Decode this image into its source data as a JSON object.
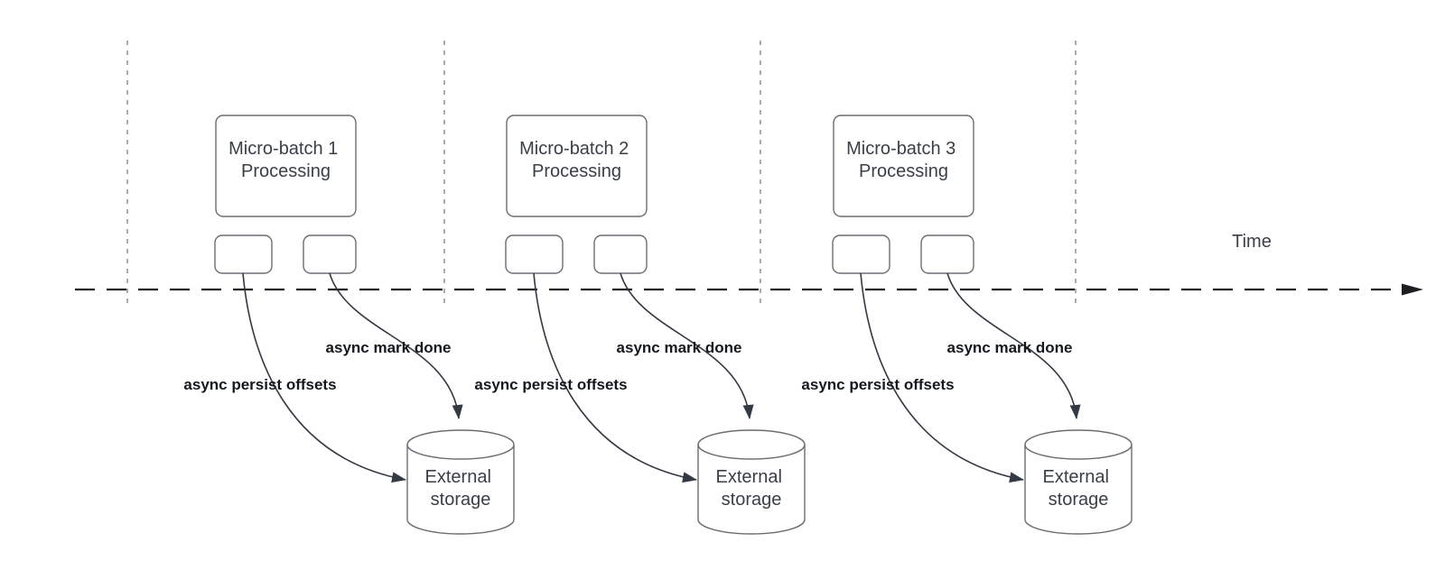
{
  "diagram": {
    "time_label": "Time",
    "sections": [
      {
        "box_line1": "Micro-batch 1",
        "box_line2": "Processing",
        "persist_label": "async persist offsets",
        "mark_done_label": "async mark done",
        "storage_line1": "External",
        "storage_line2": "storage"
      },
      {
        "box_line1": "Micro-batch 2",
        "box_line2": "Processing",
        "persist_label": "async persist offsets",
        "mark_done_label": "async mark done",
        "storage_line1": "External",
        "storage_line2": "storage"
      },
      {
        "box_line1": "Micro-batch 3",
        "box_line2": "Processing",
        "persist_label": "async persist offsets",
        "mark_done_label": "async mark done",
        "storage_line1": "External",
        "storage_line2": "storage"
      }
    ],
    "colors": {
      "background": "#ffffff",
      "timeline": "#1c1e21",
      "guide": "#a9adb2",
      "shape_border": "#6a6e73",
      "shape_fill": "#ffffff",
      "shape_text": "#3a3f47",
      "label_text": "#15181d",
      "connector": "#343a44"
    }
  }
}
